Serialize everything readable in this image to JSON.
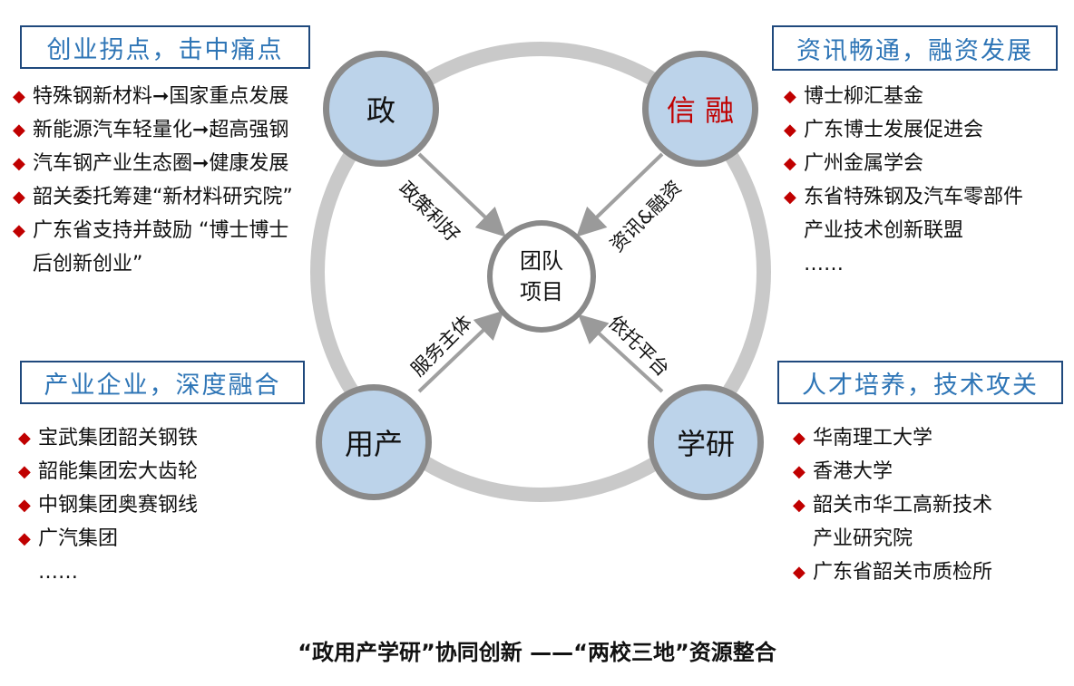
{
  "colors": {
    "title_text": "#2e75b6",
    "title_border": "#1f497d",
    "bullet": "#c00000",
    "node_fill": "#bcd3ea",
    "ring": "#c8c8c8",
    "accent_text": "#c00000"
  },
  "center": {
    "line1": "团队",
    "line2": "项目"
  },
  "nodes": {
    "top_left": "政",
    "top_right": "信 融",
    "bottom_left": "用产",
    "bottom_right": "学研"
  },
  "arrows": {
    "top_left": "政策利好",
    "top_right": "资讯&融资",
    "bottom_left": "服务主体",
    "bottom_right": "依托平台"
  },
  "panels": {
    "top_left": {
      "title": "创业拐点，击中痛点",
      "items": [
        "特殊钢新材料➞国家重点发展",
        "新能源汽车轻量化➞超高强钢",
        "汽车钢产业生态圈➞健康发展",
        "韶关委托筹建“新材料研究院”",
        "广东省支持并鼓励 “博士博士",
        "后创新创业”"
      ]
    },
    "top_right": {
      "title": "资讯畅通，融资发展",
      "items": [
        "博士柳汇基金",
        "广东博士发展促进会",
        "广州金属学会",
        "东省特殊钢及汽车零部件",
        "产业技术创新联盟",
        "……"
      ]
    },
    "bottom_left": {
      "title": "产业企业，深度融合",
      "items": [
        "宝武集团韶关钢铁",
        "韶能集团宏大齿轮",
        "中钢集团奥赛钢线",
        "广汽集团",
        "……"
      ]
    },
    "bottom_right": {
      "title": "人才培养，技术攻关",
      "items": [
        "华南理工大学",
        "香港大学",
        "韶关市华工高新技术",
        "产业研究院",
        "广东省韶关市质检所"
      ]
    }
  },
  "caption": "“政用产学研”协同创新  ——“两校三地”资源整合"
}
